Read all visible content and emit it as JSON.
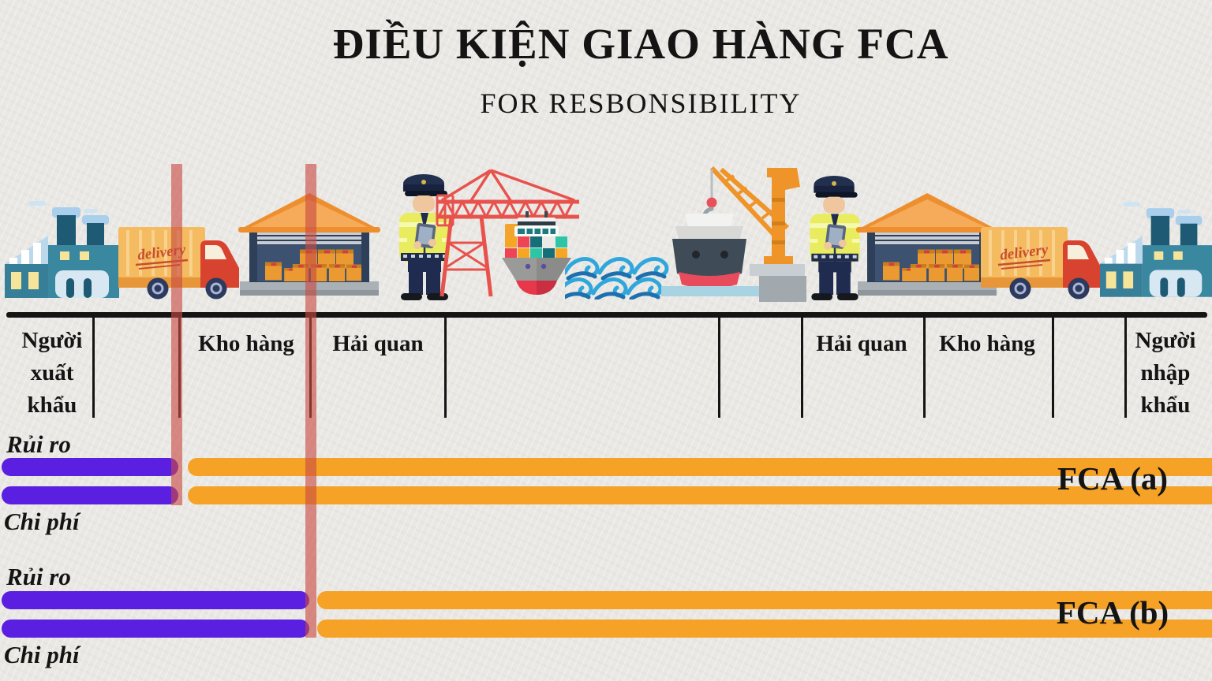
{
  "title": "ĐIỀU KIỆN GIAO HÀNG FCA",
  "subtitle": "FOR RESBONSIBILITY",
  "truck_label": "delivery",
  "timeline": {
    "stations": [
      {
        "label": "Người\nxuất\nkhẩu"
      },
      {
        "label": "Kho hàng"
      },
      {
        "label": "Hải quan"
      },
      {
        "label": "Hải quan"
      },
      {
        "label": "Kho hàng"
      },
      {
        "label": "Người\nnhập\nkhẩu"
      }
    ]
  },
  "scenarios": [
    {
      "name": "FCA (a)",
      "risk_label": "Rủi ro",
      "cost_label": "Chi phí"
    },
    {
      "name": "FCA (b)",
      "risk_label": "Rủi ro",
      "cost_label": "Chi phí"
    }
  ],
  "icons": [
    "factory-exporter",
    "delivery-truck-export",
    "warehouse-export",
    "customs-officer-export",
    "port-crane",
    "container-ship",
    "sea-waves",
    "cargo-ship-harbor-crane",
    "customs-officer-import",
    "warehouse-import",
    "delivery-truck-import",
    "factory-importer"
  ],
  "colors": {
    "seller_bar": "#5a1fe0",
    "buyer_bar": "#f5a227",
    "handover_marker": "#c84a42",
    "timeline_line": "#141414",
    "background": "#eae8e4"
  }
}
